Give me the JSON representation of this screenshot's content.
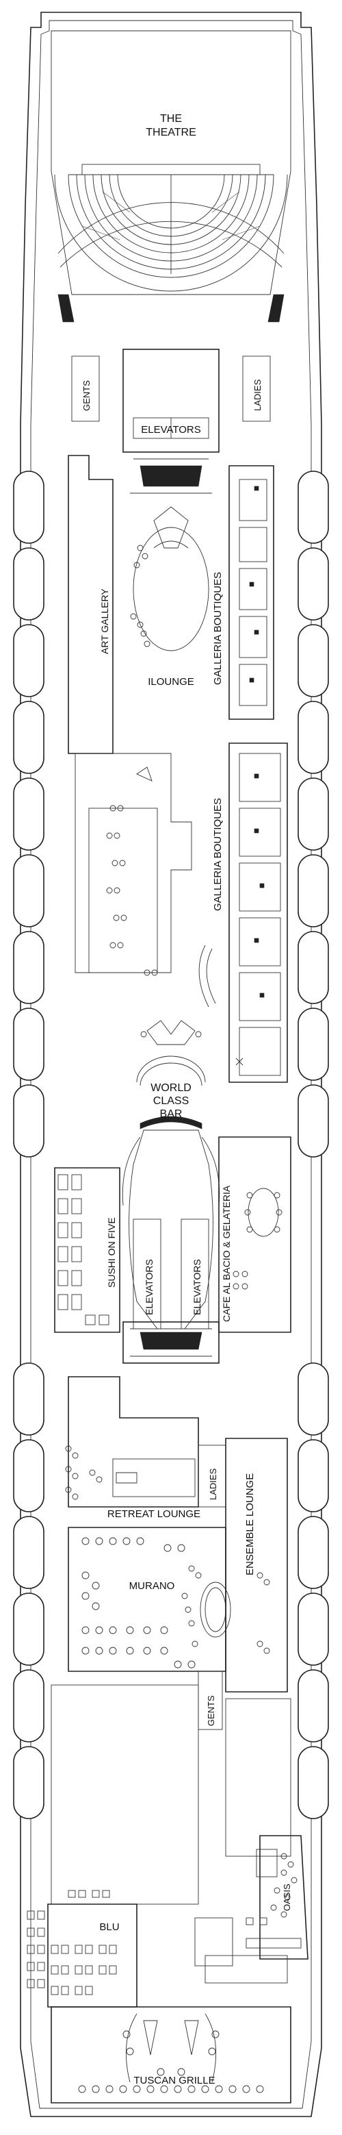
{
  "deck_plan": {
    "venues": {
      "the_theatre": [
        "THE",
        "THEATRE"
      ],
      "gents_top": "GENTS",
      "ladies_top": "LADIES",
      "elevators_fwd": "ELEVATORS",
      "art_gallery": "ART GALLERY",
      "galleria_boutiques_fwd": "GALLERIA BOUTIQUES",
      "ilounge": "ILOUNGE",
      "galleria_boutiques_aft": "GALLERIA BOUTIQUES",
      "world_class_bar": [
        "WORLD",
        "CLASS",
        "BAR"
      ],
      "sushi_on_five": "SUSHI ON FIVE",
      "elevators_mid_left": "ELEVATORS",
      "elevators_mid_right": "ELEVATORS",
      "cafe_al_bacio": "CAFE AL BACIO & GELATERIA",
      "ladies_mid": "LADIES",
      "ensemble_lounge": "ENSEMBLE LOUNGE",
      "retreat_lounge": "RETREAT LOUNGE",
      "murano": "MURANO",
      "gents_mid": "GENTS",
      "oasis": "OASIS",
      "blu": "BLU",
      "tuscan_grille": "TUSCAN GRILLE"
    }
  }
}
